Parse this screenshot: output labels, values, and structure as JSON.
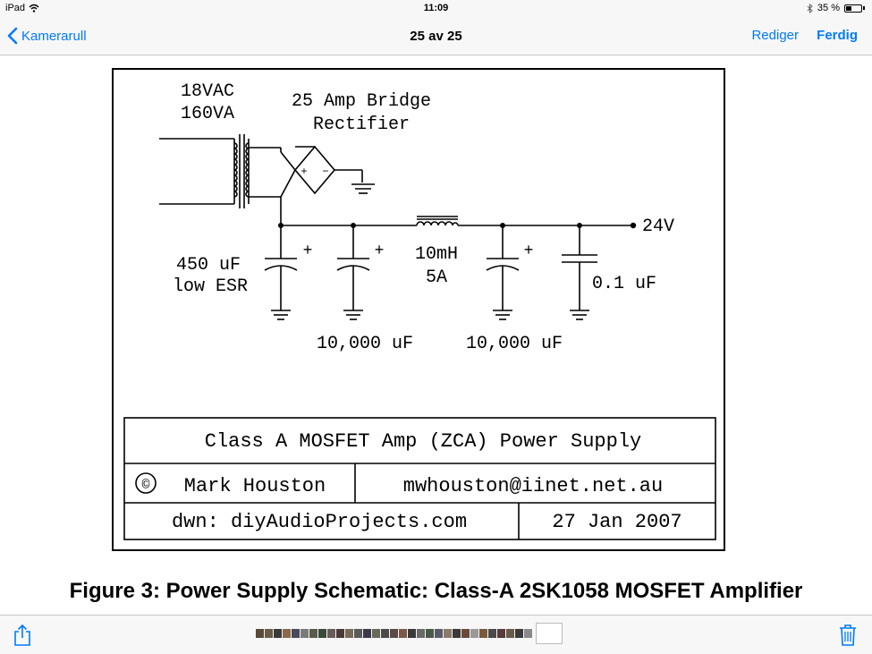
{
  "status_bar": {
    "device": "iPad",
    "time": "11:09",
    "battery": "35 %",
    "battery_level": 0.35
  },
  "nav": {
    "back_label": "Kamerarull",
    "title": "25 av 25",
    "edit_label": "Rediger",
    "done_label": "Ferdig"
  },
  "schematic": {
    "transformer_rating_1": "18VAC",
    "transformer_rating_2": "160VA",
    "rectifier_line1": "25 Amp Bridge",
    "rectifier_line2": "Rectifier",
    "cap1_value": "450 uF",
    "cap1_note": "low ESR",
    "cap2_value": "10,000 uF",
    "inductor_value": "10mH",
    "inductor_current": "5A",
    "cap3_value": "10,000 uF",
    "cap4_value": "0.1 uF",
    "output_voltage": "24V",
    "plus_sign": "+",
    "rect_plus": "+",
    "rect_minus": "−",
    "title_block": {
      "title": "Class A MOSFET Amp (ZCA) Power Supply",
      "copyright_symbol": "©",
      "author": "Mark Houston",
      "email": "mwhouston@iinet.net.au",
      "drawn_by": "dwn: diyAudioProjects.com",
      "date": "27 Jan 2007"
    }
  },
  "caption": "Figure 3: Power Supply Schematic: Class-A 2SK1058 MOSFET Amplifier",
  "thumbnail_colors": [
    "#5a4a3a",
    "#6b5b4b",
    "#3a3a3a",
    "#8a6a4a",
    "#4a4a5a",
    "#7a7a7a",
    "#5a5a4a",
    "#3a4a3a",
    "#6a5a5a",
    "#4a3a3a",
    "#7a6a5a",
    "#5a5a5a",
    "#3a3a4a",
    "#6a6a5a",
    "#4a4a4a",
    "#5a4a4a",
    "#7a5a4a",
    "#3a3a3a",
    "#6a6a6a",
    "#4a5a4a",
    "#5a5a6a",
    "#8a7a6a",
    "#3a3a3a",
    "#6a4a3a",
    "#9a9a9a",
    "#7a5a3a",
    "#4a4a4a",
    "#5a3a3a",
    "#6a5a4a",
    "#3a3a3a",
    "#8a8a8a"
  ]
}
